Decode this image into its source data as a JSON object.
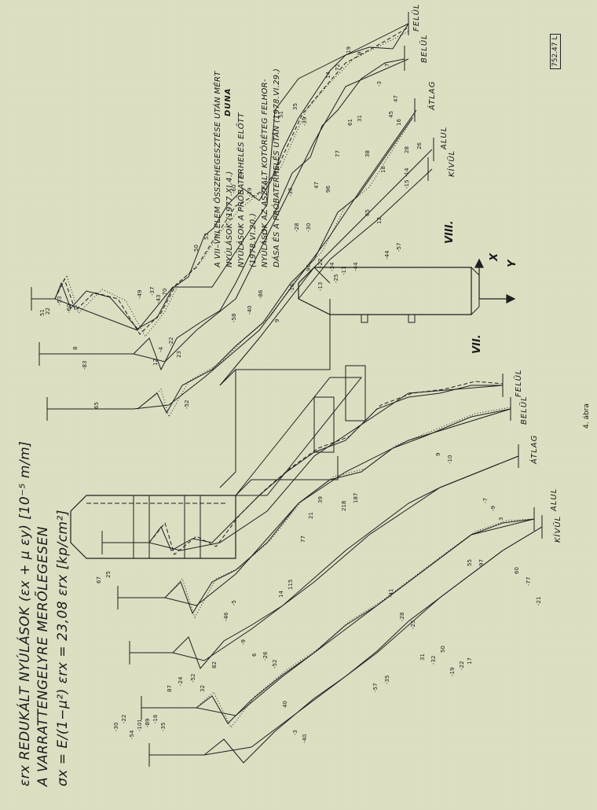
{
  "title": {
    "line1": "εrx REDUKÁLT NYÚLÁSOK (εx + μ εy) [10⁻⁵ m/m]",
    "line2": "A VARRATTENGELYRE MERŐLEGESEN",
    "line3": "σx = E/(1−μ²) εrx = 23,08 εrx [kp/cm²]"
  },
  "legend": {
    "line1": "A VII–VIII ELEM ÖSSZEHEGESZTÉSE UTÁN MÉRT",
    "line2": "NYÚLÁSOK (1977.XI.4.)",
    "line3": "NYÚLÁSOK A PRÓBATERHELÉS ELŐTT",
    "line4": "(1978.VI.20.)",
    "line5": "NYÚLÁSOK AZ ASZFALT KOTÓRÉTEG FELHOR-",
    "line6": "DÁSA ÉS A PRÓBATERHELÉS UTÁN (1978.VI.29.)"
  },
  "direction_label": "DUNA",
  "section_labels": {
    "upper_right": [
      "FELÜL",
      "BELÜL",
      "ÁTLAG",
      "ALUL",
      "KÍVÜL"
    ],
    "lower_right": [
      "FELÜL",
      "BELÜL",
      "ÁTLAG",
      "ALUL",
      "KÍVÜL"
    ]
  },
  "element_labels": {
    "viii": "VIII.",
    "vii": "VII."
  },
  "axis_labels": {
    "x": "X",
    "y": "Y"
  },
  "figure_label": "4. ábra",
  "stamp": "752.47 L",
  "values_upper": [
    "51",
    "22",
    "-53",
    "-60",
    "8",
    "-83",
    "65",
    "-49",
    "-37",
    "-70",
    "-43",
    "50",
    "53",
    "-4",
    "12",
    "-22",
    "23",
    "-52",
    "25",
    "-60",
    "-29",
    "17",
    "9",
    "-16",
    "-58",
    "-40",
    "-86",
    "51",
    "-36",
    "35",
    "-39",
    "14",
    "72",
    "-28",
    "-30",
    "47",
    "96",
    "77",
    "61",
    "31",
    "38",
    "28",
    "-14",
    "-57",
    "-44",
    "-13",
    "-25",
    "65",
    "12",
    "18",
    "45",
    "47",
    "96",
    "-22",
    "-34",
    "-11",
    "-44",
    "7",
    "-3",
    "16",
    "9",
    "-15",
    "19",
    "26"
  ],
  "values_lower": [
    "67",
    "25",
    "-30",
    "-22",
    "-54",
    "-101",
    "-89",
    "-16",
    "-35",
    "87",
    "-24",
    "-52",
    "32",
    "82",
    "-46",
    "-5",
    "-9",
    "6",
    "-26",
    "-52",
    "40",
    "-3",
    "-40",
    "14",
    "115",
    "77",
    "21",
    "39",
    "-57",
    "-35",
    "218",
    "187",
    "-41",
    "-28",
    "-25",
    "31",
    "-32",
    "50",
    "-19",
    "-22",
    "17",
    "-7",
    "-9",
    "3",
    "55",
    "97",
    "60",
    "-77",
    "-21",
    "9",
    "-10"
  ]
}
